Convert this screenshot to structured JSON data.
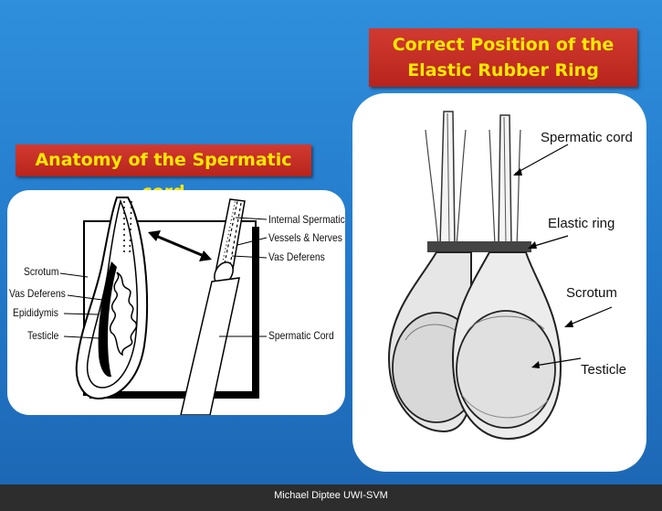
{
  "left_title": "Anatomy of the Spermatic cord",
  "right_title_line1": "Correct Position of the",
  "right_title_line2": "Elastic Rubber Ring",
  "left_labels": {
    "scrotum": "Scrotum",
    "vas_deferens": "Vas Deferens",
    "epididymis": "Epididymis",
    "testicle": "Testicle",
    "internal_spermatic": "Internal Spermatic",
    "vessels_nerves": "Vessels & Nerves",
    "vas_deferens_right": "Vas Deferens",
    "spermatic_cord": "Spermatic Cord"
  },
  "right_labels": {
    "spermatic_cord": "Spermatic cord",
    "elastic_ring": "Elastic ring",
    "scrotum": "Scrotum",
    "testicle": "Testicle"
  },
  "footer": "Michael Diptee UWI-SVM"
}
